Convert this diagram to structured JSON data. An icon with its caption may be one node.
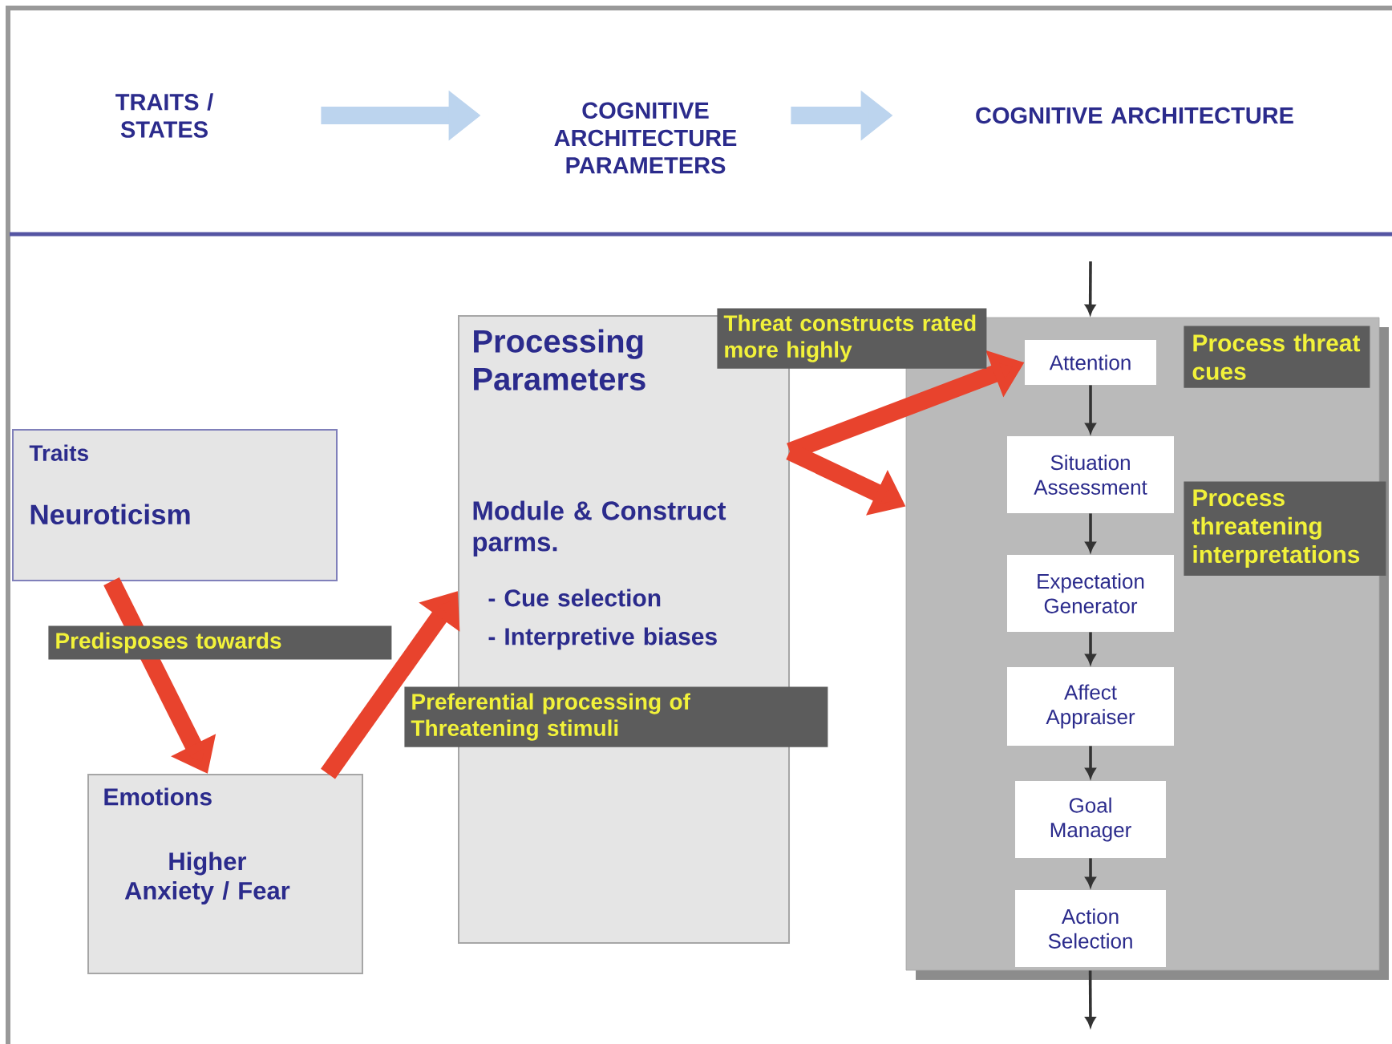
{
  "diagram": {
    "nodes": [
      {
        "text": [
          "TRAITS / STATES"
        ]
      },
      {
        "text": [
          "COGNITIVE ARCHITECTURE PARAMETERS"
        ]
      },
      {
        "text": [
          "COGNITIVE  ARCHITECTURE"
        ]
      },
      {
        "text": [
          "Traits",
          "Neuroticism"
        ]
      },
      {
        "text": [
          "Emotions",
          "Higher Anxiety / Fear"
        ]
      },
      {
        "text": [
          "Processing Parameters",
          "Module & Construct parms.",
          "- Cue selection",
          "- Interpretive biases"
        ]
      },
      {
        "text": [],
        "shape": "box"
      },
      {
        "text": [
          "Attention"
        ],
        "in": 6,
        "beside": [
          "Process threat cues"
        ]
      },
      {
        "text": [
          "Situation Assessment"
        ],
        "in": 6,
        "beside": [
          "Process threatening interpretations"
        ]
      },
      {
        "text": [
          "Expectation Generator"
        ],
        "in": 6
      },
      {
        "text": [
          "Affect Appraiser"
        ],
        "in": 6
      },
      {
        "text": [
          "Goal Manager"
        ],
        "in": 6
      },
      {
        "text": [
          "Action Selection"
        ],
        "in": 6
      }
    ],
    "edges": [
      {
        "from": 0,
        "to": 1,
        "arrow": "to",
        "style": "thick",
        "color": "#bcd4ee"
      },
      {
        "from": 1,
        "to": 2,
        "arrow": "to",
        "style": "thick",
        "color": "#bcd4ee"
      },
      {
        "from": 3,
        "to": 4,
        "arrow": "to",
        "label": "Predisposes towards",
        "style": "thick",
        "color": "#e8432d"
      },
      {
        "from": 4,
        "to": 5,
        "arrow": "to",
        "label": "Preferential processing of Threatening stimuli",
        "style": "thick",
        "color": "#e8432d"
      },
      {
        "from": 5,
        "to": 7,
        "arrow": "to",
        "label": "Threat constructs rated more highly",
        "style": "thick",
        "color": "#e8432d"
      },
      {
        "from": 5,
        "to": 6,
        "arrow": "to",
        "style": "thick",
        "color": "#e8432d"
      },
      {
        "from": 7,
        "to": 8,
        "arrow": "to"
      },
      {
        "from": 8,
        "to": 9,
        "arrow": "to"
      },
      {
        "from": 9,
        "to": 10,
        "arrow": "to"
      },
      {
        "from": 10,
        "to": 11,
        "arrow": "to"
      },
      {
        "from": 11,
        "to": 12,
        "arrow": "to"
      },
      {
        "from": null,
        "to": 6,
        "arrow": "to"
      },
      {
        "from": 6,
        "to": null,
        "arrow": "to"
      }
    ]
  }
}
